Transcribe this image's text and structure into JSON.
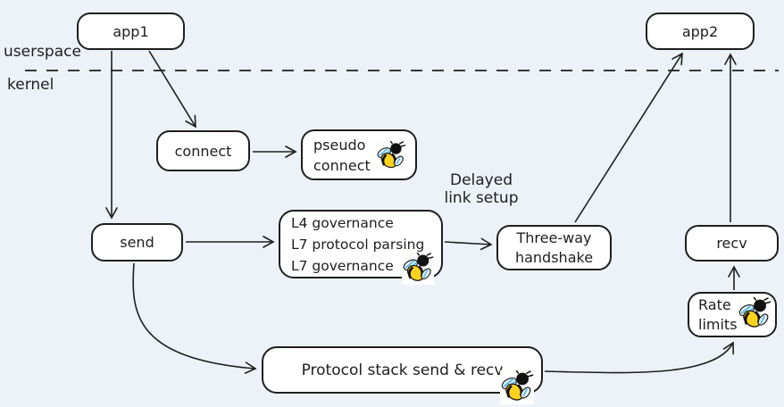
{
  "colors": {
    "background": "#edf2f8",
    "stroke": "#1e1e1e",
    "node_fill": "#ffffff",
    "bee_yellow": "#ffd21e",
    "bee_wing_blue": "#5bb8e8"
  },
  "labels": {
    "userspace": "userspace",
    "kernel": "kernel"
  },
  "nodes": {
    "app1": {
      "label": "app1"
    },
    "connect": {
      "label": "connect"
    },
    "pseudo_connect": {
      "line1": "pseudo",
      "line2": "connect",
      "has_bee": true
    },
    "send": {
      "label": "send"
    },
    "governance": {
      "line1": "L4 governance",
      "line2": "L7 protocol parsing",
      "line3": "L7 governance",
      "has_bee": true
    },
    "three_way": {
      "line1": "Three-way",
      "line2": "handshake"
    },
    "app2": {
      "label": "app2"
    },
    "recv": {
      "label": "recv"
    },
    "rate_limits": {
      "line1": "Rate",
      "line2": "limits",
      "has_bee": true
    },
    "protocol_stack": {
      "label": "Protocol stack send & recv",
      "has_bee": true
    }
  },
  "annotations": {
    "delayed": {
      "line1": "Delayed",
      "line2": "link setup"
    }
  },
  "icons": {
    "bee": "ebpf-bee-icon"
  },
  "edges": [
    "app1-to-send",
    "app1-to-connect",
    "connect-to-pseudo-connect",
    "send-to-governance",
    "governance-to-three-way-handshake",
    "three-way-handshake-to-app2",
    "recv-to-app2",
    "rate-limits-to-recv",
    "send-to-protocol-stack",
    "protocol-stack-to-rate-limits",
    "userspace-kernel-divider"
  ]
}
